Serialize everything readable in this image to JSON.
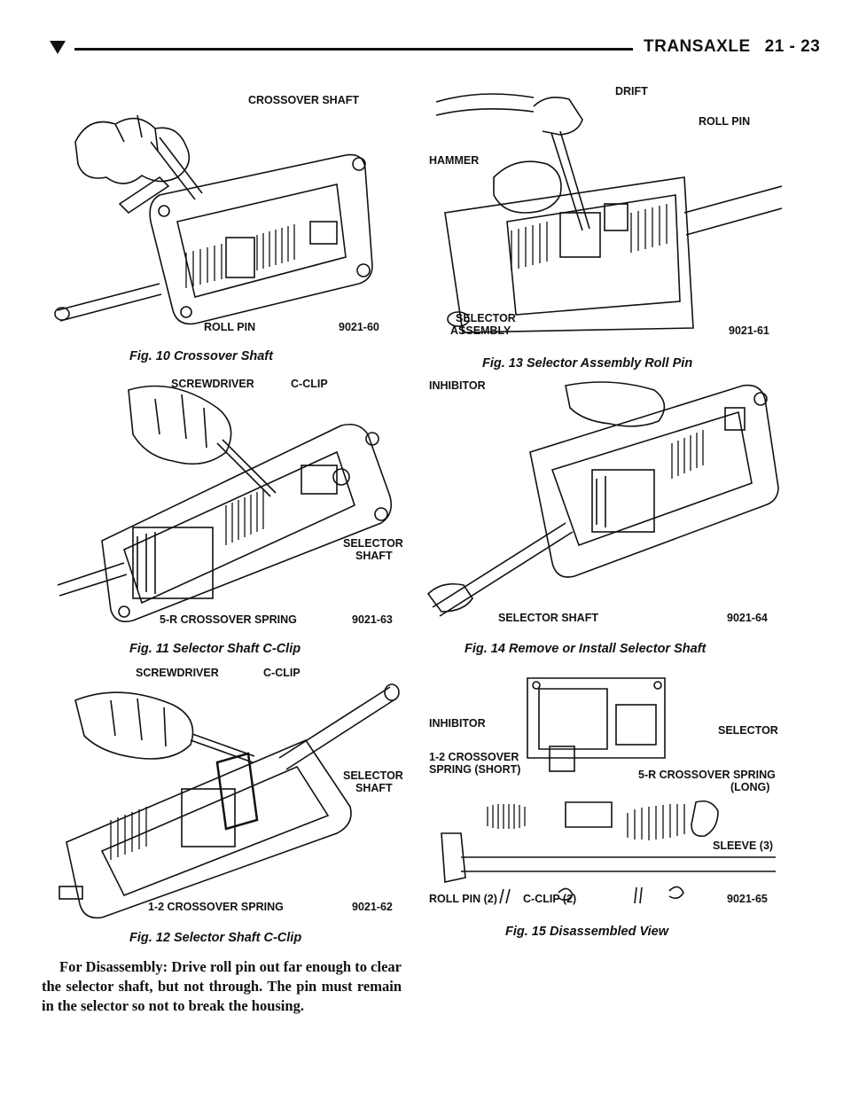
{
  "header": {
    "title": "TRANSAXLE",
    "page": "21 - 23"
  },
  "figures": [
    {
      "id": "fig10",
      "caption": "Fig. 10 Crossover Shaft",
      "code": "9021-60",
      "labels": [
        "CROSSOVER SHAFT",
        "ROLL PIN"
      ]
    },
    {
      "id": "fig11",
      "caption": "Fig. 11 Selector Shaft C-Clip",
      "code": "9021-63",
      "labels": [
        "SCREWDRIVER",
        "C-CLIP",
        "SELECTOR",
        "SHAFT",
        "5-R CROSSOVER SPRING"
      ]
    },
    {
      "id": "fig12",
      "caption": "Fig. 12 Selector Shaft C-Clip",
      "code": "9021-62",
      "labels": [
        "SCREWDRIVER",
        "C-CLIP",
        "SELECTOR",
        "SHAFT",
        "1-2 CROSSOVER SPRING"
      ]
    },
    {
      "id": "fig13",
      "caption": "Fig. 13 Selector Assembly Roll Pin",
      "code": "9021-61",
      "labels": [
        "DRIFT",
        "ROLL PIN",
        "HAMMER",
        "SELECTOR",
        "ASSEMBLY"
      ]
    },
    {
      "id": "fig14",
      "caption": "Fig. 14 Remove or Install Selector Shaft",
      "code": "9021-64",
      "labels": [
        "INHIBITOR",
        "SELECTOR SHAFT"
      ]
    },
    {
      "id": "fig15",
      "caption": "Fig. 15 Disassembled View",
      "code": "9021-65",
      "labels": [
        "INHIBITOR",
        "SELECTOR",
        "1-2 CROSSOVER",
        "SPRING (SHORT)",
        "5-R CROSSOVER SPRING",
        "(LONG)",
        "SLEEVE (3)",
        "ROLL PIN (2)",
        "C-CLIP (2)"
      ]
    }
  ],
  "body_text": "For Disassembly: Drive roll pin out far enough to clear the selector shaft, but not through. The pin must remain in the selector so not to break the housing."
}
